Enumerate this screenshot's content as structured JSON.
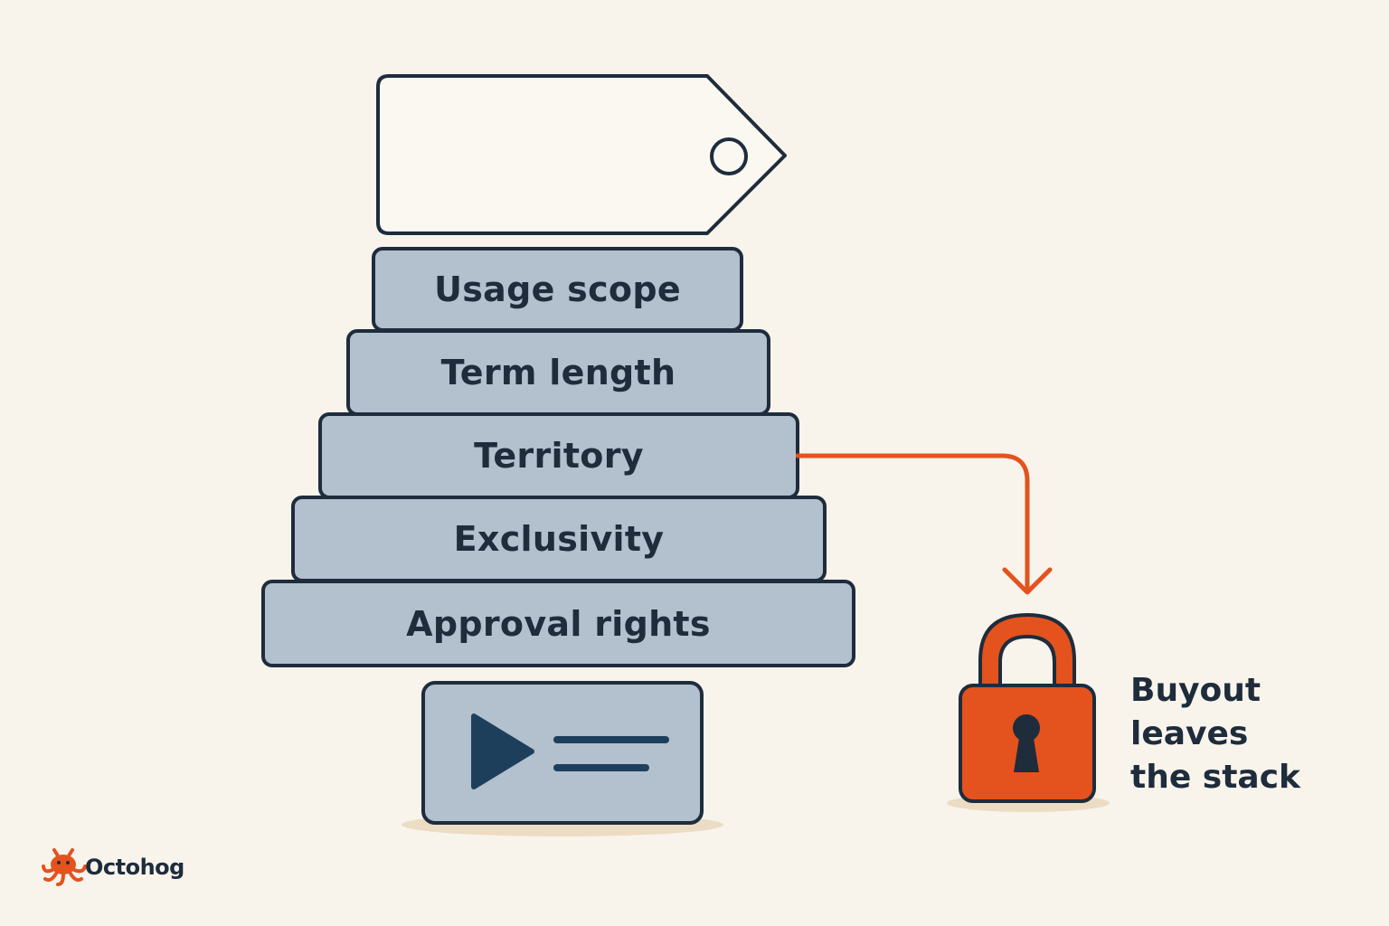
{
  "layers": [
    {
      "label": "Usage scope"
    },
    {
      "label": "Term length"
    },
    {
      "label": "Territory"
    },
    {
      "label": "Exclusivity"
    },
    {
      "label": "Approval rights"
    }
  ],
  "buyout_caption": {
    "line1": "Buyout",
    "line2": "leaves",
    "line3": "the stack"
  },
  "brand": {
    "name": "Octohog"
  },
  "colors": {
    "background": "#f8f4ec",
    "slab_fill": "#b3c0cd",
    "outline": "#1e2c3c",
    "accent": "#e4521e"
  },
  "icons": {
    "top": "price-tag-icon",
    "bottom": "video-play-icon",
    "lock": "padlock-icon",
    "brand": "octopus-mascot-icon"
  }
}
